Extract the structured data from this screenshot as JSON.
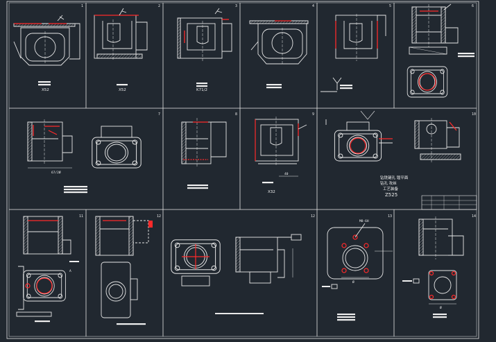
{
  "drawing": {
    "colors": {
      "background": "#212830",
      "line": "#e8e8e8",
      "accent": "#ff2a2a",
      "hatch": "#cfcfcf"
    },
    "cell_numbers": [
      "1",
      "2",
      "3",
      "4",
      "5",
      "6",
      "7",
      "8",
      "9",
      "10",
      "11",
      "12",
      "12",
      "13",
      "14"
    ],
    "cell_captions": [
      "X52",
      "X52",
      "K71/2",
      "",
      "",
      "",
      "",
      "",
      "X32",
      "",
      "",
      "",
      "",
      "",
      ""
    ],
    "main_note": {
      "line1": "钻铣键孔  镗平面",
      "line2": "钻孔  攻丝",
      "line3": "工艺装备",
      "line4": "Z525"
    },
    "dimensions": {
      "d7": "67/2Ø",
      "d9": "40",
      "d13a": "M8-6H",
      "d13b": "Ø",
      "d14": "Ø",
      "d11": "A"
    }
  }
}
